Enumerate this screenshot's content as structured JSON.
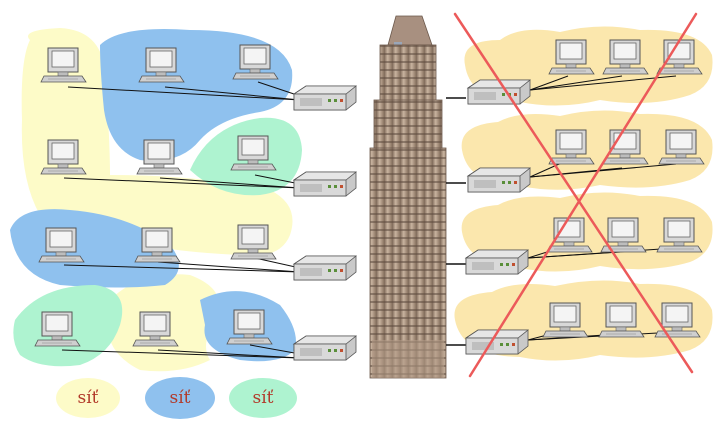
{
  "colors": {
    "vlan_yellow": "#fdfbc8",
    "vlan_blue": "#8fc1ee",
    "vlan_green": "#aef3d0",
    "cloud_orange": "#fbe7ad",
    "cross_red": "#ec5a5a",
    "legend_text": "#b23a2a"
  },
  "legend": [
    {
      "label": "síť",
      "color": "vlan_yellow"
    },
    {
      "label": "síť",
      "color": "vlan_blue"
    },
    {
      "label": "síť",
      "color": "vlan_green"
    }
  ],
  "icons": {
    "computer": "computer-icon",
    "switch": "network-switch-icon",
    "building": "skyscraper-icon"
  }
}
